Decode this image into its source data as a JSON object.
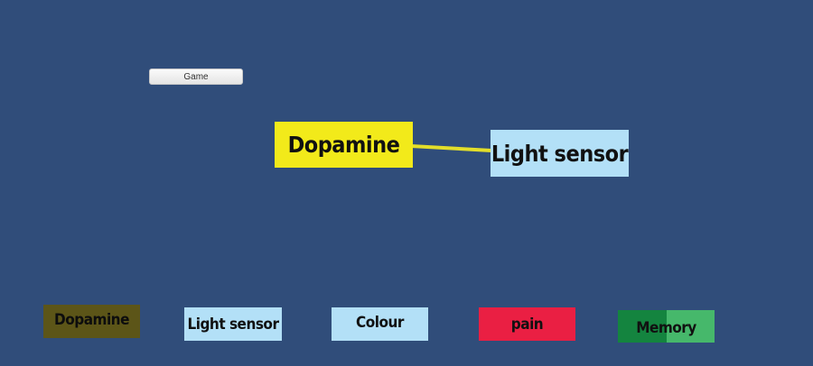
{
  "ui": {
    "game_button_label": "Game"
  },
  "canvas": {
    "nodes": {
      "dopamine": {
        "label": "Dopamine",
        "color": "#f2ea1a"
      },
      "light_sensor": {
        "label": "Light sensor",
        "color": "#b3e0f7"
      }
    },
    "connector_color": "#e3de2a"
  },
  "palette": {
    "items": [
      {
        "label": "Dopamine",
        "color": "#5c5518"
      },
      {
        "label": "Light sensor",
        "color": "#b3e0f7"
      },
      {
        "label": "Colour",
        "color": "#b3e0f7"
      },
      {
        "label": "pain",
        "color": "#ea1f43"
      },
      {
        "label": "Memory",
        "color_dark": "#14843f",
        "color_light": "#46b86b"
      }
    ]
  }
}
